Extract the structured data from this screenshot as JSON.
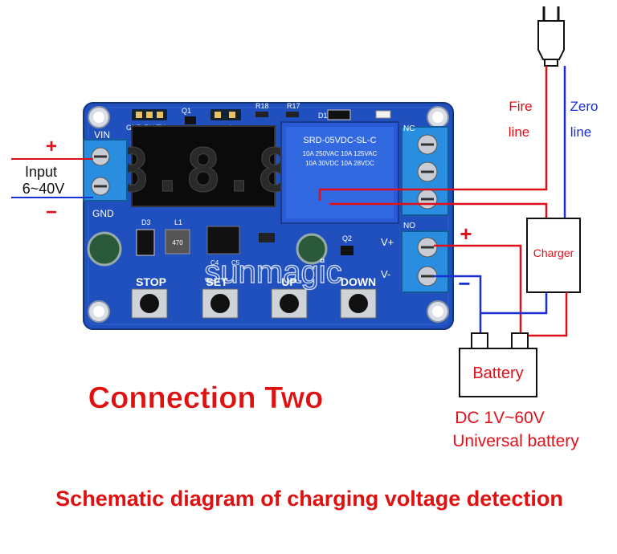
{
  "board": {
    "header_pins": "GND RX TX",
    "q1": "Q1",
    "out_gnd": "out gnd",
    "r18": "R18",
    "r17": "R17",
    "d1": "D1",
    "nc": "NC",
    "no": "NO",
    "vin": "VIN",
    "gnd": "GND",
    "v_plus": "V+",
    "v_minus": "V-",
    "d3": "D3",
    "l1": "L1",
    "q2": "Q2",
    "c4": "C4",
    "c5": "C5",
    "display": "8.8.8",
    "relay_model": "SRD-05VDC-SL-C",
    "relay_spec_1": "10A 250VAC  10A 125VAC",
    "relay_spec_2": "10A 30VDC  10A 28VDC",
    "inductor": "470",
    "buttons": [
      "STOP",
      "SET",
      "UP",
      "DOWN"
    ],
    "watermark": "sunmagic"
  },
  "input": {
    "plus": "+",
    "label": "Input",
    "range": "6~40V",
    "minus": "−"
  },
  "mains": {
    "fire_line_1": "Fire",
    "fire_line_2": "line",
    "zero_line_1": "Zero",
    "zero_line_2": "line"
  },
  "charger": {
    "label": "Charger"
  },
  "battery": {
    "label": "Battery",
    "spec": "DC 1V~60V",
    "desc": "Universal battery",
    "plus": "+",
    "minus": "−"
  },
  "titles": {
    "connection": "Connection Two",
    "caption": "Schematic diagram of charging voltage detection"
  },
  "colors": {
    "board": "#1d4db8",
    "red_wire": "#e0101a",
    "blue_wire": "#1a2fd0",
    "title_red": "#e01010"
  }
}
